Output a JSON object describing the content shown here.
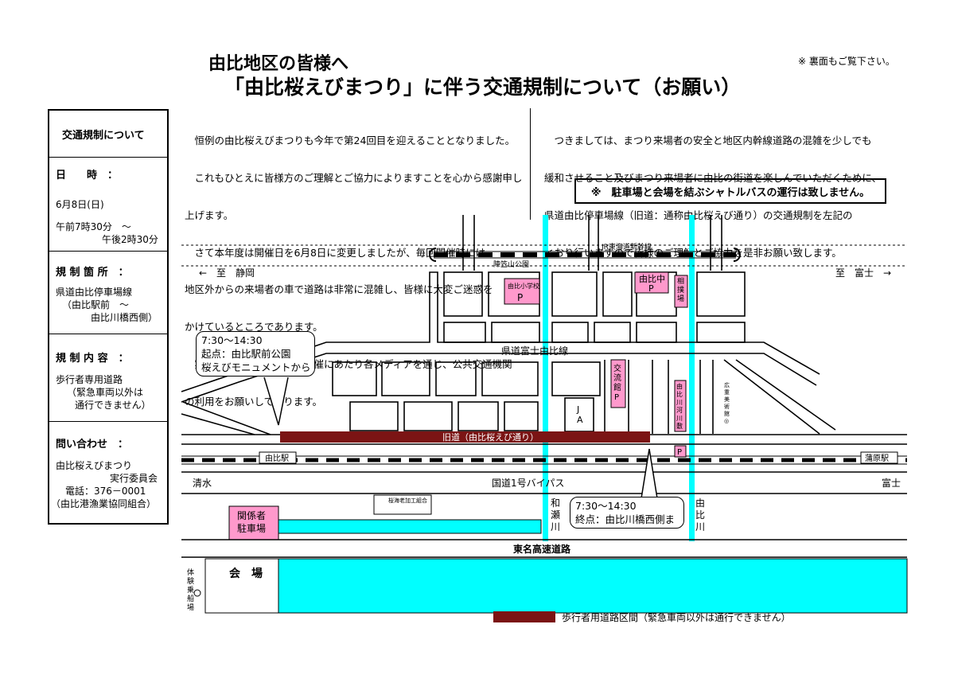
{
  "header": {
    "title_line1": "由比地区の皆様へ",
    "title_line2": "「由比桜えびまつり」に伴う交通規制について（お願い）",
    "note": "※ 裏面もご覧下さい。"
  },
  "intro_left": [
    "　恒例の由比桜えびまつりも今年で第24回目を迎えることとなりました。",
    "　これもひとえに皆様方のご理解とご協力によりますことを心から感謝申し",
    "上げます。",
    "　さて本年度は開催日を6月8日に変更しましたが、毎回開催時には",
    "地区外からの来場者の車で道路は非常に混雑し、皆様に大変ご迷惑を",
    "かけているところであります。",
    "　実行委員会では、まつり開催にあたり各メディアを通じ、公共交通機関",
    "の利用をお願いしております。"
  ],
  "intro_right": [
    "　つきましては、まつり来場者の安全と地区内幹線道路の混雑を少しでも",
    "緩和させること及びまつり来場者に由比の街道を楽しんでいただくために、",
    "県道由比停車場線（旧道：通称由比桜えび通り）の交通規制を左記の",
    "とおり行いますので皆様のご理解とご協力を是非お願い致します。"
  ],
  "shuttle_note": "※　駐車場と会場を結ぶシャトルバスの運行は致しません。",
  "sidebar": {
    "heading": "交通規制について",
    "date_label": "日　　時　：",
    "date_value": "6月8日(日)",
    "time_line1": "午前7時30分　～",
    "time_line2": "午後2時30分",
    "place_label": "規 制 箇 所　：",
    "place_line1": "県道由比停車場線",
    "place_line2": "（由比駅前　～",
    "place_line3": "由比川橋西側）",
    "content_label": "規 制 内 容　：",
    "content_line1": "歩行者専用道路",
    "content_line2": "（緊急車両以外は",
    "content_line3": "通行できません）",
    "contact_label": "問い合わせ　：",
    "contact_line1": "由比桜えびまつり",
    "contact_line2": "実行委員会",
    "contact_line3": "電話：376－0001",
    "contact_line4": "（由比港漁業協同組合）"
  },
  "map": {
    "shinkansen": "JR東海道新幹線",
    "to_shizuoka": "←　至　静岡",
    "to_fuji": "至　富士　→",
    "jinkasayama_park": "陣笠山公園",
    "yui_school": "由比小学校",
    "yui_chu": "由比中",
    "sumo": "相撲場",
    "kendo": "県道富士由比線",
    "kouryukan": "交流館",
    "yuikawa_kasenshiki": "由比川河川敷",
    "hiroshige": "広重美術館",
    "ja": "JA",
    "parking": "P",
    "old_road": "旧道（由比桜えび通り）",
    "yui_station": "由比駅",
    "kambara_station": "蒲原駅",
    "shimizu": "清水",
    "fuji": "富士",
    "bypass": "国道1号バイパス",
    "sakuraebi_factory": "桜海老加工組合",
    "wase_river": "和瀬川",
    "yui_river": "由比川",
    "staff_parking": "関係者駐車場",
    "tomei": "東名高速道路",
    "venue": "会　場",
    "boat": "体験乗船場",
    "bubble_start": "7:30～14:30\n起点：由比駅前公園\n桜えびモニュメントから",
    "bubble_end": "7:30～14:30\n終点：由比川橋西側ま",
    "legend": "歩行者用道路区間（緊急車両以外は通行できません）"
  },
  "colors": {
    "pedestrian_road": "#7b1414",
    "river": "#00ffff",
    "parking": "#ff99cc"
  }
}
